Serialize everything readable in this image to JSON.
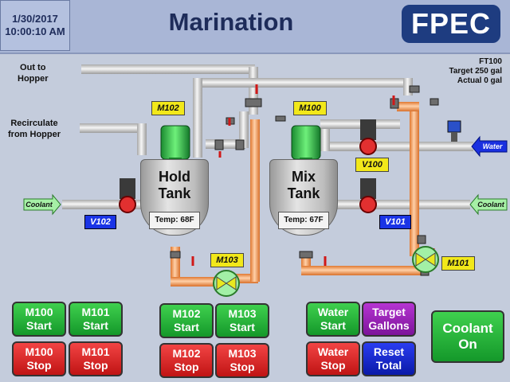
{
  "header": {
    "date": "1/30/2017",
    "time": "10:00:10 AM",
    "title": "Marination",
    "logo": "FPEC"
  },
  "labels": {
    "out_to_hopper": [
      "Out to",
      "Hopper"
    ],
    "recirculate": [
      "Recirculate",
      "from Hopper"
    ]
  },
  "flow_meter": {
    "name": "FT100",
    "target": "Target 250 gal",
    "actual": "Actual  0 gal"
  },
  "tanks": {
    "hold": {
      "name_line1": "Hold",
      "name_line2": "Tank",
      "temp": "Temp: 68F"
    },
    "mix": {
      "name_line1": "Mix",
      "name_line2": "Tank",
      "temp": "Temp: 67F"
    }
  },
  "tags": {
    "m100": "M100",
    "m101": "M101",
    "m102": "M102",
    "m103": "M103",
    "v100": "V100",
    "v101": "V101",
    "v102": "V102"
  },
  "arrows": {
    "coolant_left": "Coolant",
    "coolant_right": "Coolant",
    "water": "Water"
  },
  "buttons": {
    "m100_start": [
      "M100",
      "Start"
    ],
    "m101_start": [
      "M101",
      "Start"
    ],
    "m100_stop": [
      "M100",
      "Stop"
    ],
    "m101_stop": [
      "M101",
      "Stop"
    ],
    "m102_start": [
      "M102",
      "Start"
    ],
    "m103_start": [
      "M103",
      "Start"
    ],
    "m102_stop": [
      "M102",
      "Stop"
    ],
    "m103_stop": [
      "M103",
      "Stop"
    ],
    "water_start": [
      "Water",
      "Start"
    ],
    "target_gallons": [
      "Target",
      "Gallons"
    ],
    "water_stop": [
      "Water",
      "Stop"
    ],
    "reset_total": [
      "Reset",
      "Total"
    ],
    "coolant_on": [
      "Coolant",
      "On"
    ]
  },
  "colors": {
    "background": "#c4ccdc",
    "header": "#a9b6d6",
    "start_green": "#1fb032",
    "stop_red": "#dc2020",
    "target_purple": "#9a22b8",
    "reset_blue": "#1428d0",
    "motor_tag_yellow": "#f2e81a",
    "valve_tag_blue": "#1a34e6",
    "pipe_grey": "#d8d8d8",
    "pipe_orange": "#f5a86a"
  }
}
